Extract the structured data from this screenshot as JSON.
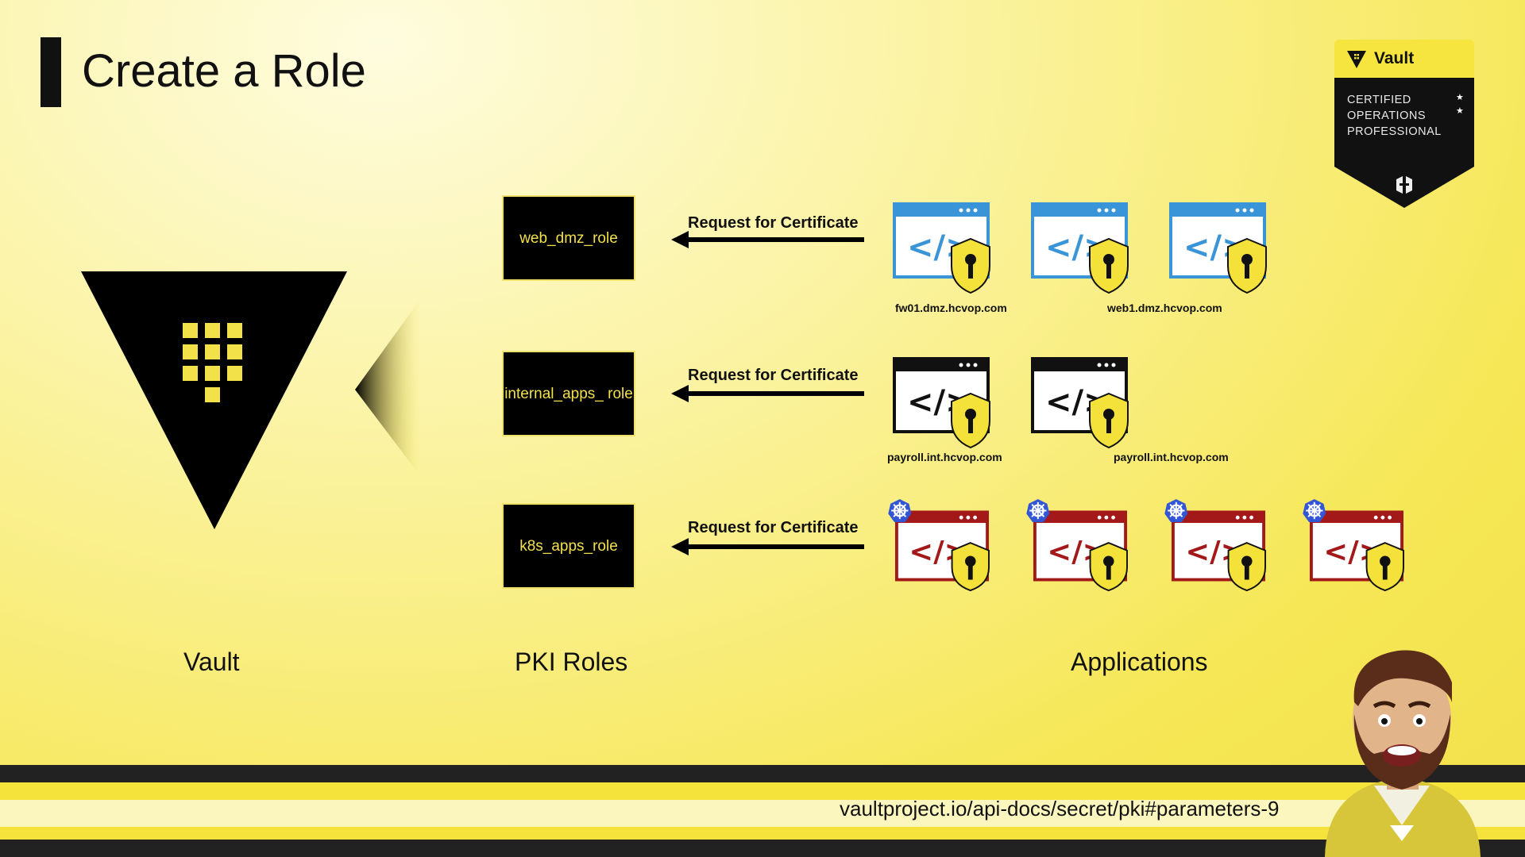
{
  "slide": {
    "title": "Create a Role"
  },
  "badge": {
    "brand": "Vault",
    "line1": "CERTIFIED",
    "line2": "OPERATIONS",
    "line3": "PROFESSIONAL",
    "star": "★"
  },
  "roles": [
    {
      "label": "web_dmz_role"
    },
    {
      "label": "internal_apps_ role"
    },
    {
      "label": "k8s_apps_role"
    }
  ],
  "requests": [
    {
      "label": "Request for Certificate"
    },
    {
      "label": "Request for Certificate"
    },
    {
      "label": "Request for Certificate"
    }
  ],
  "hosts": [
    {
      "label": "fw01.dmz.hcvop.com"
    },
    {
      "label": "web1.dmz.hcvop.com"
    },
    {
      "label": "payroll.int.hcvop.com"
    },
    {
      "label": "payroll.int.hcvop.com"
    }
  ],
  "columns": {
    "vault": "Vault",
    "pki_roles": "PKI Roles",
    "applications": "Applications"
  },
  "footer": {
    "url": "vaultproject.io/api-docs/secret/pki#parameters-9"
  },
  "colors": {
    "dmz_app": "#3a94d8",
    "internal_app": "#111111",
    "k8s_app": "#a31818",
    "k8s_badge": "#3256d6",
    "shield": "#f4e23a"
  }
}
